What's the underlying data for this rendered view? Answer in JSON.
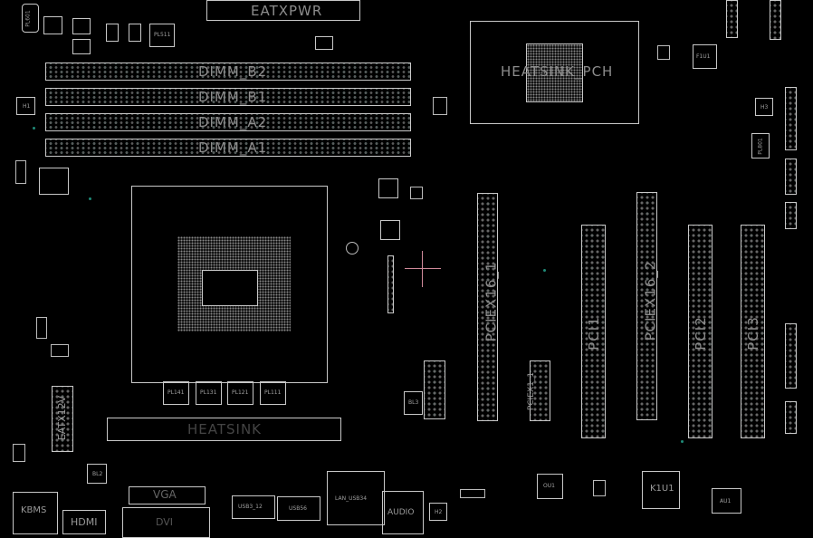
{
  "board": {
    "power": {
      "eatxpwr": "EATXPWR",
      "eatx12v": "EATX12V"
    },
    "memory": [
      {
        "label": "DIMM_B2"
      },
      {
        "label": "DIMM_B1"
      },
      {
        "label": "DIMM_A2"
      },
      {
        "label": "DIMM_A1"
      }
    ],
    "chipset": {
      "heatsink": "HEATSINK_PCH"
    },
    "vrm": {
      "heatsink": "HEATSINK",
      "inductors": [
        "PL141",
        "PL131",
        "PL121",
        "PL111"
      ],
      "pl511": "PL511",
      "pl601": "PL601"
    },
    "slots": [
      {
        "label": "PCIEX16_1"
      },
      {
        "label": "PCIEX1_1"
      },
      {
        "label": "PCI1"
      },
      {
        "label": "PCIEX16_2"
      },
      {
        "label": "PCI2"
      },
      {
        "label": "PCI3"
      }
    ],
    "ics": {
      "f1u1": "F1U1",
      "ou1": "OU1",
      "k1u1": "K1U1",
      "au1": "AU1",
      "bl3": "BL3",
      "bl2": "BL2",
      "h1": "H1",
      "h2": "H2",
      "h3": "H3",
      "pl801": "PL801"
    },
    "io": {
      "kbms": "KBMS",
      "hdmi": "HDMI",
      "vga": "VGA",
      "dvi": "DVI",
      "usb3": "USB3_12",
      "usb_b": "USB56",
      "lan_usb": "LAN_USB34",
      "audio": "AUDIO"
    }
  },
  "colors": {
    "outline": "#c8c8c8",
    "pin": "#1f8a78",
    "cursor": "#d08a9a",
    "background": "#000000"
  }
}
